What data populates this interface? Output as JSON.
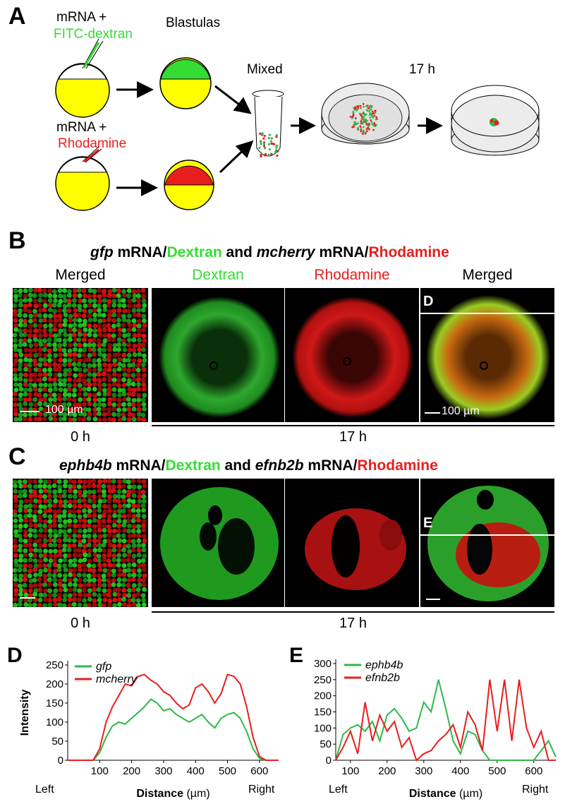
{
  "panels": {
    "A": {
      "label": "A",
      "mrna_plus_1": "mRNA +",
      "tracer_1": "FITC-dextran",
      "mrna_plus_2": "mRNA +",
      "tracer_2": "Rhodamine",
      "blastulas": "Blastulas",
      "mixed": "Mixed",
      "time": "17 h"
    },
    "B": {
      "label": "B",
      "title_parts": [
        "gfp",
        " mRNA/",
        "Dextran",
        " and ",
        "mcherry",
        " mRNA/",
        "Rhodamine"
      ],
      "col_merged_1": "Merged",
      "col_dextran": "Dextran",
      "col_rhodamine": "Rhodamine",
      "col_merged_2": "Merged",
      "line_label": "D",
      "scalebar_1": "100 µm",
      "scalebar_2": "100 µm",
      "time_0": "0 h",
      "time_17": "17 h"
    },
    "C": {
      "label": "C",
      "title_parts": [
        "ephb4b",
        " mRNA/",
        "Dextran",
        " and ",
        "efnb2b",
        " mRNA/",
        "Rhodamine"
      ],
      "line_label": "E",
      "time_0": "0 h",
      "time_17": "17 h"
    }
  },
  "colors": {
    "green": "#2fb84a",
    "red": "#e81e1e",
    "yellow": "#ffff00",
    "fluor_green": "#22cc22",
    "fluor_red": "#e01010"
  },
  "chart_data": [
    {
      "type": "line",
      "panel_label": "D",
      "xlabel": "Distance",
      "xunit": "(µm)",
      "ylabel": "Intensity",
      "left_label": "Left",
      "right_label": "Right",
      "xlim": [
        0,
        660
      ],
      "ylim": [
        0,
        250
      ],
      "xticks": [
        100,
        200,
        300,
        400,
        500,
        600
      ],
      "yticks": [
        0,
        50,
        100,
        150,
        200,
        250
      ],
      "series": [
        {
          "name": "gfp",
          "color": "#2fb84a",
          "x": [
            0,
            80,
            100,
            120,
            140,
            160,
            180,
            200,
            220,
            240,
            260,
            280,
            300,
            320,
            340,
            360,
            380,
            400,
            420,
            440,
            460,
            480,
            500,
            520,
            540,
            560,
            580,
            600,
            620,
            660
          ],
          "y": [
            0,
            0,
            20,
            60,
            90,
            100,
            95,
            110,
            125,
            140,
            160,
            150,
            130,
            135,
            120,
            110,
            100,
            110,
            120,
            100,
            85,
            110,
            120,
            125,
            110,
            75,
            30,
            5,
            0,
            0
          ]
        },
        {
          "name": "mcherry",
          "color": "#e81e1e",
          "x": [
            0,
            80,
            100,
            120,
            140,
            160,
            180,
            200,
            220,
            240,
            260,
            280,
            300,
            320,
            340,
            360,
            380,
            400,
            420,
            440,
            460,
            480,
            500,
            520,
            540,
            560,
            580,
            600,
            620,
            660
          ],
          "y": [
            0,
            0,
            30,
            100,
            140,
            170,
            200,
            195,
            220,
            225,
            210,
            200,
            180,
            170,
            150,
            135,
            145,
            190,
            200,
            180,
            150,
            175,
            225,
            220,
            200,
            140,
            60,
            10,
            0,
            0
          ]
        }
      ]
    },
    {
      "type": "line",
      "panel_label": "E",
      "xlabel": "Distance",
      "xunit": "(µm)",
      "ylabel": "",
      "left_label": "Left",
      "right_label": "Right",
      "xlim": [
        60,
        660
      ],
      "ylim": [
        0,
        300
      ],
      "xticks": [
        100,
        200,
        300,
        400,
        500,
        600
      ],
      "yticks": [
        0,
        50,
        100,
        150,
        200,
        250,
        300
      ],
      "series": [
        {
          "name": "ephb4b",
          "color": "#2fb84a",
          "x": [
            60,
            80,
            100,
            120,
            140,
            160,
            180,
            200,
            220,
            240,
            260,
            280,
            300,
            320,
            340,
            360,
            380,
            400,
            420,
            440,
            460,
            480,
            500,
            520,
            540,
            560,
            580,
            600,
            620,
            640,
            660
          ],
          "y": [
            0,
            80,
            100,
            110,
            90,
            120,
            60,
            140,
            160,
            130,
            90,
            100,
            180,
            150,
            250,
            160,
            60,
            20,
            90,
            80,
            30,
            0,
            0,
            0,
            0,
            0,
            0,
            0,
            30,
            60,
            10
          ]
        },
        {
          "name": "efnb2b",
          "color": "#e81e1e",
          "x": [
            60,
            80,
            100,
            120,
            140,
            160,
            180,
            200,
            220,
            240,
            260,
            280,
            300,
            320,
            340,
            360,
            380,
            400,
            420,
            440,
            460,
            480,
            500,
            520,
            540,
            560,
            580,
            600,
            620,
            640,
            660
          ],
          "y": [
            0,
            40,
            90,
            20,
            180,
            60,
            140,
            90,
            120,
            40,
            70,
            0,
            20,
            30,
            60,
            80,
            110,
            40,
            150,
            110,
            30,
            250,
            90,
            250,
            60,
            250,
            100,
            40,
            90,
            0,
            0
          ]
        }
      ]
    }
  ]
}
